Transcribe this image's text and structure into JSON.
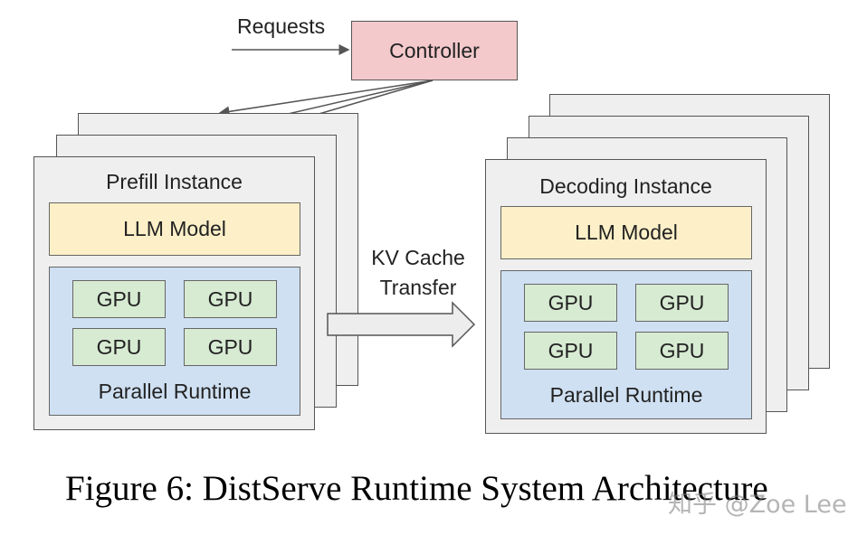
{
  "requests_label": "Requests",
  "controller_label": "Controller",
  "prefill": {
    "title": "Prefill Instance",
    "model": "LLM Model",
    "gpus": [
      "GPU",
      "GPU",
      "GPU",
      "GPU"
    ],
    "runtime": "Parallel Runtime"
  },
  "decoding": {
    "title": "Decoding Instance",
    "model": "LLM Model",
    "gpus": [
      "GPU",
      "GPU",
      "GPU",
      "GPU"
    ],
    "runtime": "Parallel Runtime"
  },
  "transfer_label_line1": "KV Cache",
  "transfer_label_line2": "Transfer",
  "caption": "Figure 6: DistServe Runtime System Architecture",
  "watermark": "知乎 @Zoe Lee"
}
